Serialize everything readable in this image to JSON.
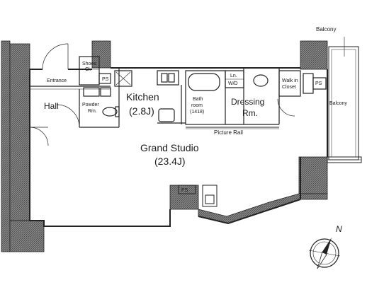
{
  "labels": {
    "balcony_top": "Balcony",
    "balcony_side": "Balcony",
    "entrance": "Entrance",
    "shoes_closet_1": "Shoes",
    "shoes_closet_2": "Cl.",
    "hall": "Hall",
    "powder_room_1": "Powder",
    "powder_room_2": "Rm.",
    "kitchen_1": "Kitchen",
    "kitchen_2": "(2.8J)",
    "bathroom_1": "Bath",
    "bathroom_2": "room",
    "bathroom_3": "(1418)",
    "ln_wd_1": "Ln.",
    "ln_wd_2": "W/D",
    "dressing_1": "Dressing",
    "dressing_2": "Rm.",
    "walkin_1": "Walk in",
    "walkin_2": "Closet",
    "ps_1": "PS",
    "ps_2": "PS",
    "ps_3": "PS",
    "picture_rail": "Picture Rail",
    "studio_1": "Grand Studio",
    "studio_2": "(23.4J)",
    "north": "N"
  }
}
